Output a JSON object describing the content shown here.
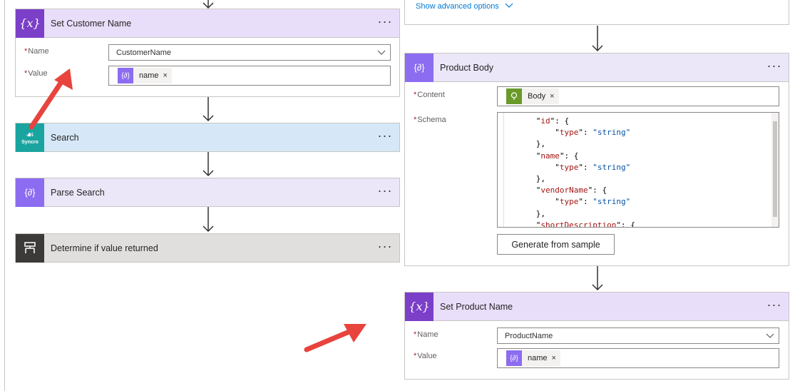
{
  "left": {
    "set_customer_name": {
      "title": "Set Customer Name",
      "name_label": "Name",
      "name_value": "CustomerName",
      "value_label": "Value",
      "value_token": "name"
    },
    "search": {
      "title": "Search",
      "icon_text": "Syncro"
    },
    "parse_search": {
      "title": "Parse Search"
    },
    "determine": {
      "title": "Determine if value returned"
    }
  },
  "right": {
    "advanced_link": "Show advanced options",
    "product_body": {
      "title": "Product Body",
      "content_label": "Content",
      "content_token": "Body",
      "schema_label": "Schema",
      "schema_lines": [
        [
          "      \"",
          "id",
          "\": {"
        ],
        [
          "          \"",
          "type",
          "\": ",
          "\"string\""
        ],
        [
          "      },"
        ],
        [
          "      \"",
          "name",
          "\": {"
        ],
        [
          "          \"",
          "type",
          "\": ",
          "\"string\""
        ],
        [
          "      },"
        ],
        [
          "      \"",
          "vendorName",
          "\": {"
        ],
        [
          "          \"",
          "type",
          "\": ",
          "\"string\""
        ],
        [
          "      },"
        ],
        [
          "      \"",
          "shortDescription",
          "\": {"
        ]
      ],
      "generate_button": "Generate from sample"
    },
    "set_product_name": {
      "title": "Set Product Name",
      "name_label": "Name",
      "name_value": "ProductName",
      "value_label": "Value",
      "value_token": "name"
    }
  },
  "common": {
    "more_dots": "···",
    "required_mark": "*",
    "token_remove": "×",
    "chevron_down": "⌵"
  },
  "colors": {
    "variable_header": "#e9defa",
    "variable_icon": "#7b3fc8",
    "parse_icon": "#8c6cf0",
    "syncro_header": "#d6e8f7",
    "condition_header": "#e1dfdd",
    "body_token_icon": "#6a9a2a",
    "annotation_arrow": "#e8433d"
  }
}
